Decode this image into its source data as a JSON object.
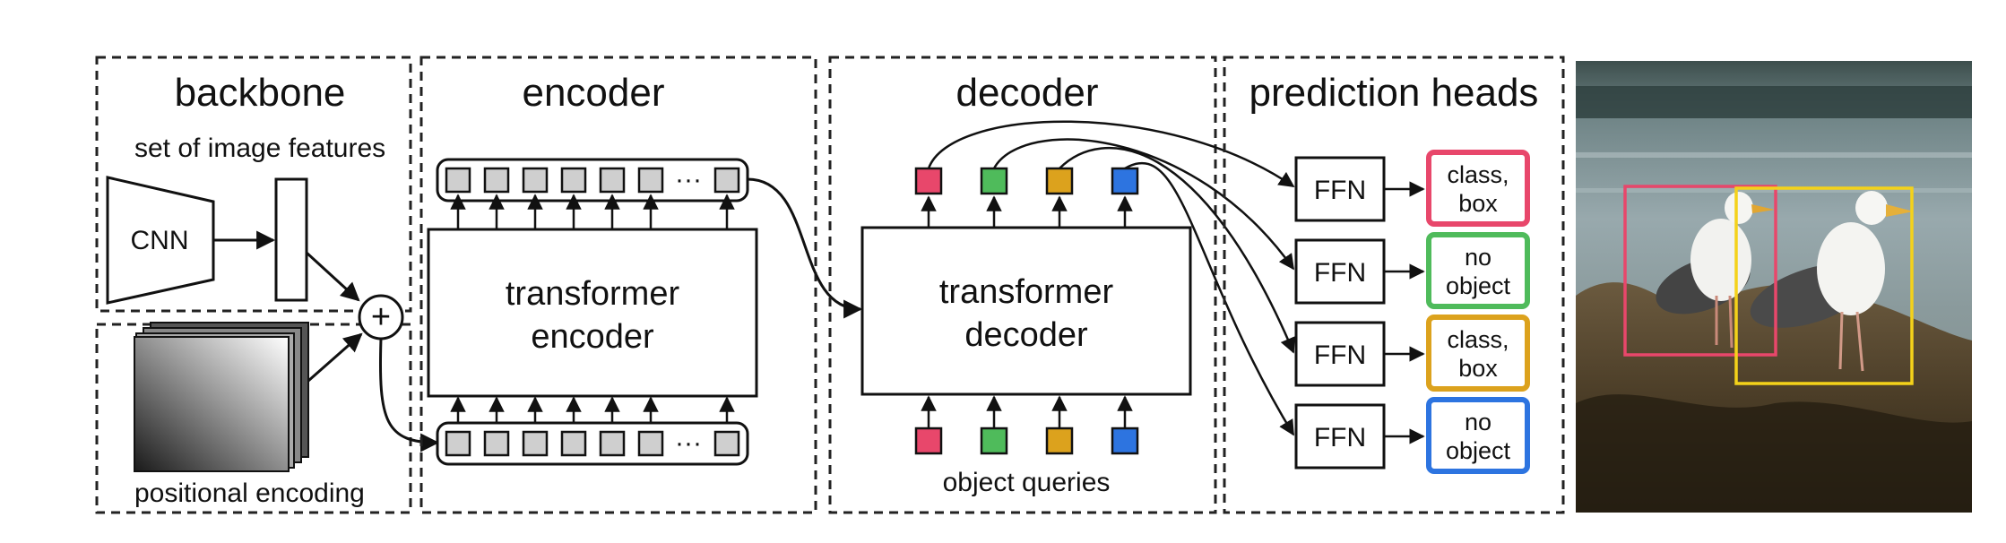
{
  "sections": {
    "backbone": {
      "title": "backbone",
      "features_label": "set of image features",
      "cnn_label": "CNN",
      "pos_label": "positional encoding"
    },
    "encoder": {
      "title": "encoder",
      "block_line1": "transformer",
      "block_line2": "encoder",
      "ellipsis": "···"
    },
    "decoder": {
      "title": "decoder",
      "block_line1": "transformer",
      "block_line2": "decoder",
      "queries_label": "object queries"
    },
    "heads": {
      "title": "prediction heads",
      "ffn_label": "FFN",
      "outputs": [
        {
          "line1": "class,",
          "line2": "box",
          "color": "#e8476b"
        },
        {
          "line1": "no",
          "line2": "object",
          "color": "#4fbb5b"
        },
        {
          "line1": "class,",
          "line2": "box",
          "color": "#dca21d"
        },
        {
          "line1": "no",
          "line2": "object",
          "color": "#2d74e0"
        }
      ]
    }
  },
  "query_colors": [
    "#e8476b",
    "#4fbb5b",
    "#dca21d",
    "#2d74e0"
  ],
  "photo": {
    "box1_color": "#e8476b",
    "box2_color": "#f4d21a"
  }
}
